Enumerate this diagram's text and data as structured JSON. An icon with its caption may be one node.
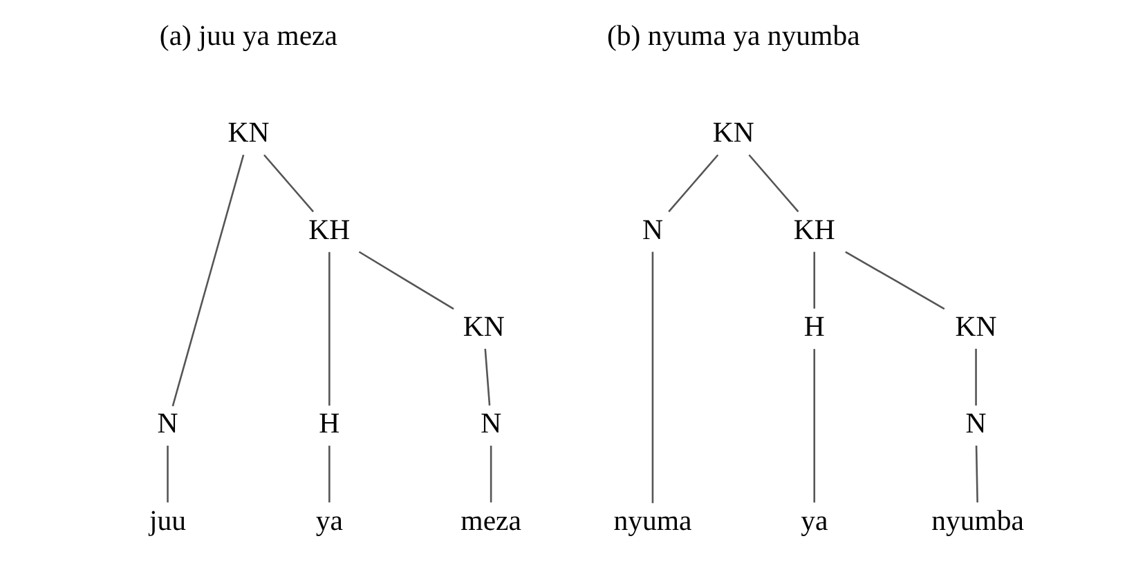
{
  "diagram": {
    "nodes": [
      {
        "text": [
          "KN"
        ]
      },
      {
        "text": [
          "N"
        ]
      },
      {
        "text": [
          "KH"
        ]
      },
      {
        "text": [
          "H"
        ]
      },
      {
        "text": [
          "KN"
        ]
      },
      {
        "text": [
          "N"
        ]
      },
      {
        "text": [
          "juu"
        ]
      },
      {
        "text": [
          "ya"
        ]
      },
      {
        "text": [
          "meza"
        ]
      },
      {
        "text": [
          "KN"
        ]
      },
      {
        "text": [
          "N"
        ]
      },
      {
        "text": [
          "KH"
        ]
      },
      {
        "text": [
          "H"
        ]
      },
      {
        "text": [
          "KN"
        ]
      },
      {
        "text": [
          "N"
        ]
      },
      {
        "text": [
          "nyuma"
        ]
      },
      {
        "text": [
          "ya"
        ]
      },
      {
        "text": [
          "nyumba"
        ]
      }
    ],
    "edges": [
      {
        "from": 0,
        "to": 1,
        "arrow": "none"
      },
      {
        "from": 0,
        "to": 2,
        "arrow": "none"
      },
      {
        "from": 1,
        "to": 6,
        "arrow": "none"
      },
      {
        "from": 2,
        "to": 3,
        "arrow": "none"
      },
      {
        "from": 2,
        "to": 4,
        "arrow": "none"
      },
      {
        "from": 3,
        "to": 7,
        "arrow": "none"
      },
      {
        "from": 4,
        "to": 5,
        "arrow": "none"
      },
      {
        "from": 5,
        "to": 8,
        "arrow": "none"
      },
      {
        "from": 9,
        "to": 10,
        "arrow": "none"
      },
      {
        "from": 9,
        "to": 11,
        "arrow": "none"
      },
      {
        "from": 10,
        "to": 15,
        "arrow": "none"
      },
      {
        "from": 11,
        "to": 12,
        "arrow": "none"
      },
      {
        "from": 11,
        "to": 13,
        "arrow": "none"
      },
      {
        "from": 12,
        "to": 16,
        "arrow": "none"
      },
      {
        "from": 13,
        "to": 14,
        "arrow": "none"
      },
      {
        "from": 14,
        "to": 17,
        "arrow": "none"
      }
    ],
    "labels": [
      "(a) juu ya meza",
      "(b) nyuma ya nyumba"
    ]
  }
}
